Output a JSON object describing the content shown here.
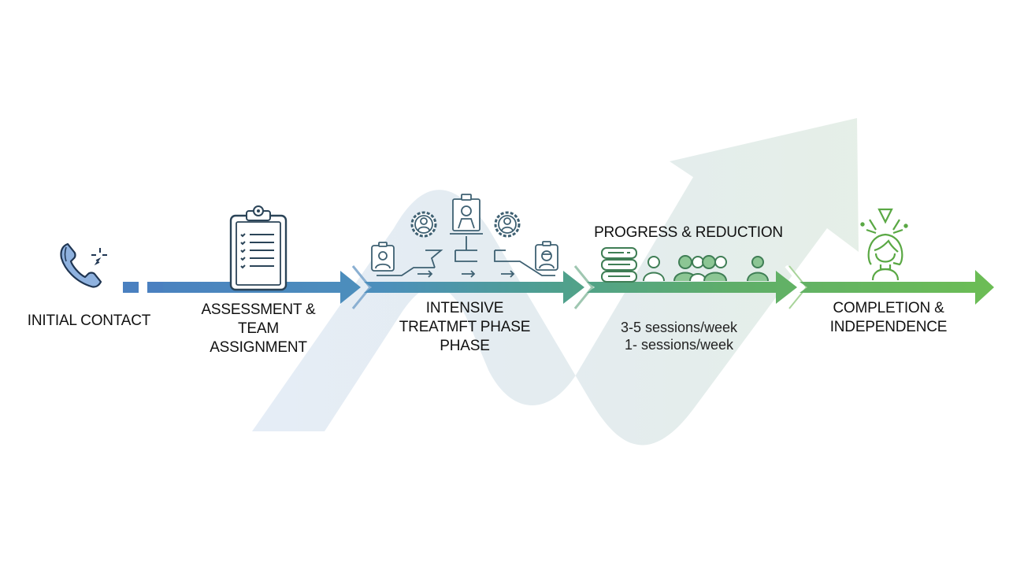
{
  "diagram": {
    "type": "process-timeline",
    "colors": {
      "start_blue": "#4a82be",
      "mid_teal": "#4b9a94",
      "end_green": "#69ba55",
      "background_arrow_blue": "#e3ebf4",
      "background_arrow_green": "#e3ede7"
    },
    "stages": [
      {
        "id": "initial-contact",
        "icon": "phone-ringing-icon",
        "label_lines": [
          "INITIAL CONTACT"
        ]
      },
      {
        "id": "assessment",
        "icon": "clipboard-checklist-icon",
        "label_lines": [
          "ASSESSMENT &",
          "TEAM",
          "ASSIGNMENT"
        ]
      },
      {
        "id": "intensive-treatment",
        "icon": "care-team-network-icon",
        "label_lines": [
          "INTENSIVE",
          "TREATMFT PHASE",
          "PHASE"
        ]
      },
      {
        "id": "progress-reduction",
        "icon": "group-sessions-icon",
        "heading": "PROGRESS & REDUCTION",
        "notes": [
          "3-5 sessions/week",
          "1- sessions/week"
        ]
      },
      {
        "id": "completion",
        "icon": "empowered-person-icon",
        "label_lines": [
          "COMPLETION &",
          "INDEPENDENCE"
        ]
      }
    ]
  }
}
